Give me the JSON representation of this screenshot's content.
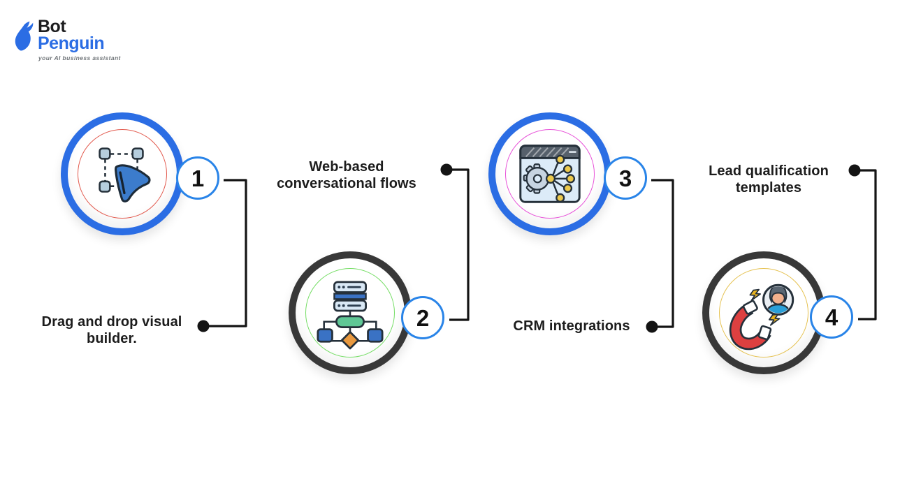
{
  "logo": {
    "bot": "Bot",
    "penguin": "Penguin",
    "tagline": "your AI business assistant",
    "penguin_color": "#2b6de4",
    "bot_color": "#1d1d1f"
  },
  "steps": [
    {
      "number": "1",
      "label": "Drag and drop visual builder.",
      "icon": "drag-cursor-icon",
      "ring_color": "#2b6de4",
      "inner_ring_color": "#e2584c"
    },
    {
      "number": "2",
      "label": "Web-based conversational flows",
      "icon": "flowchart-icon",
      "ring_color": "#383838",
      "inner_ring_color": "#74dd64"
    },
    {
      "number": "3",
      "label": "CRM integrations",
      "icon": "integration-window-icon",
      "ring_color": "#2b6de4",
      "inner_ring_color": "#e750d8"
    },
    {
      "number": "4",
      "label": "Lead qualification templates",
      "icon": "lead-magnet-icon",
      "ring_color": "#383838",
      "inner_ring_color": "#e5c14f"
    }
  ],
  "colors": {
    "connector": "#141414",
    "dot": "#141414",
    "badge_border": "#2984e8",
    "label_text": "#1c1c1c",
    "background": "#ffffff"
  }
}
